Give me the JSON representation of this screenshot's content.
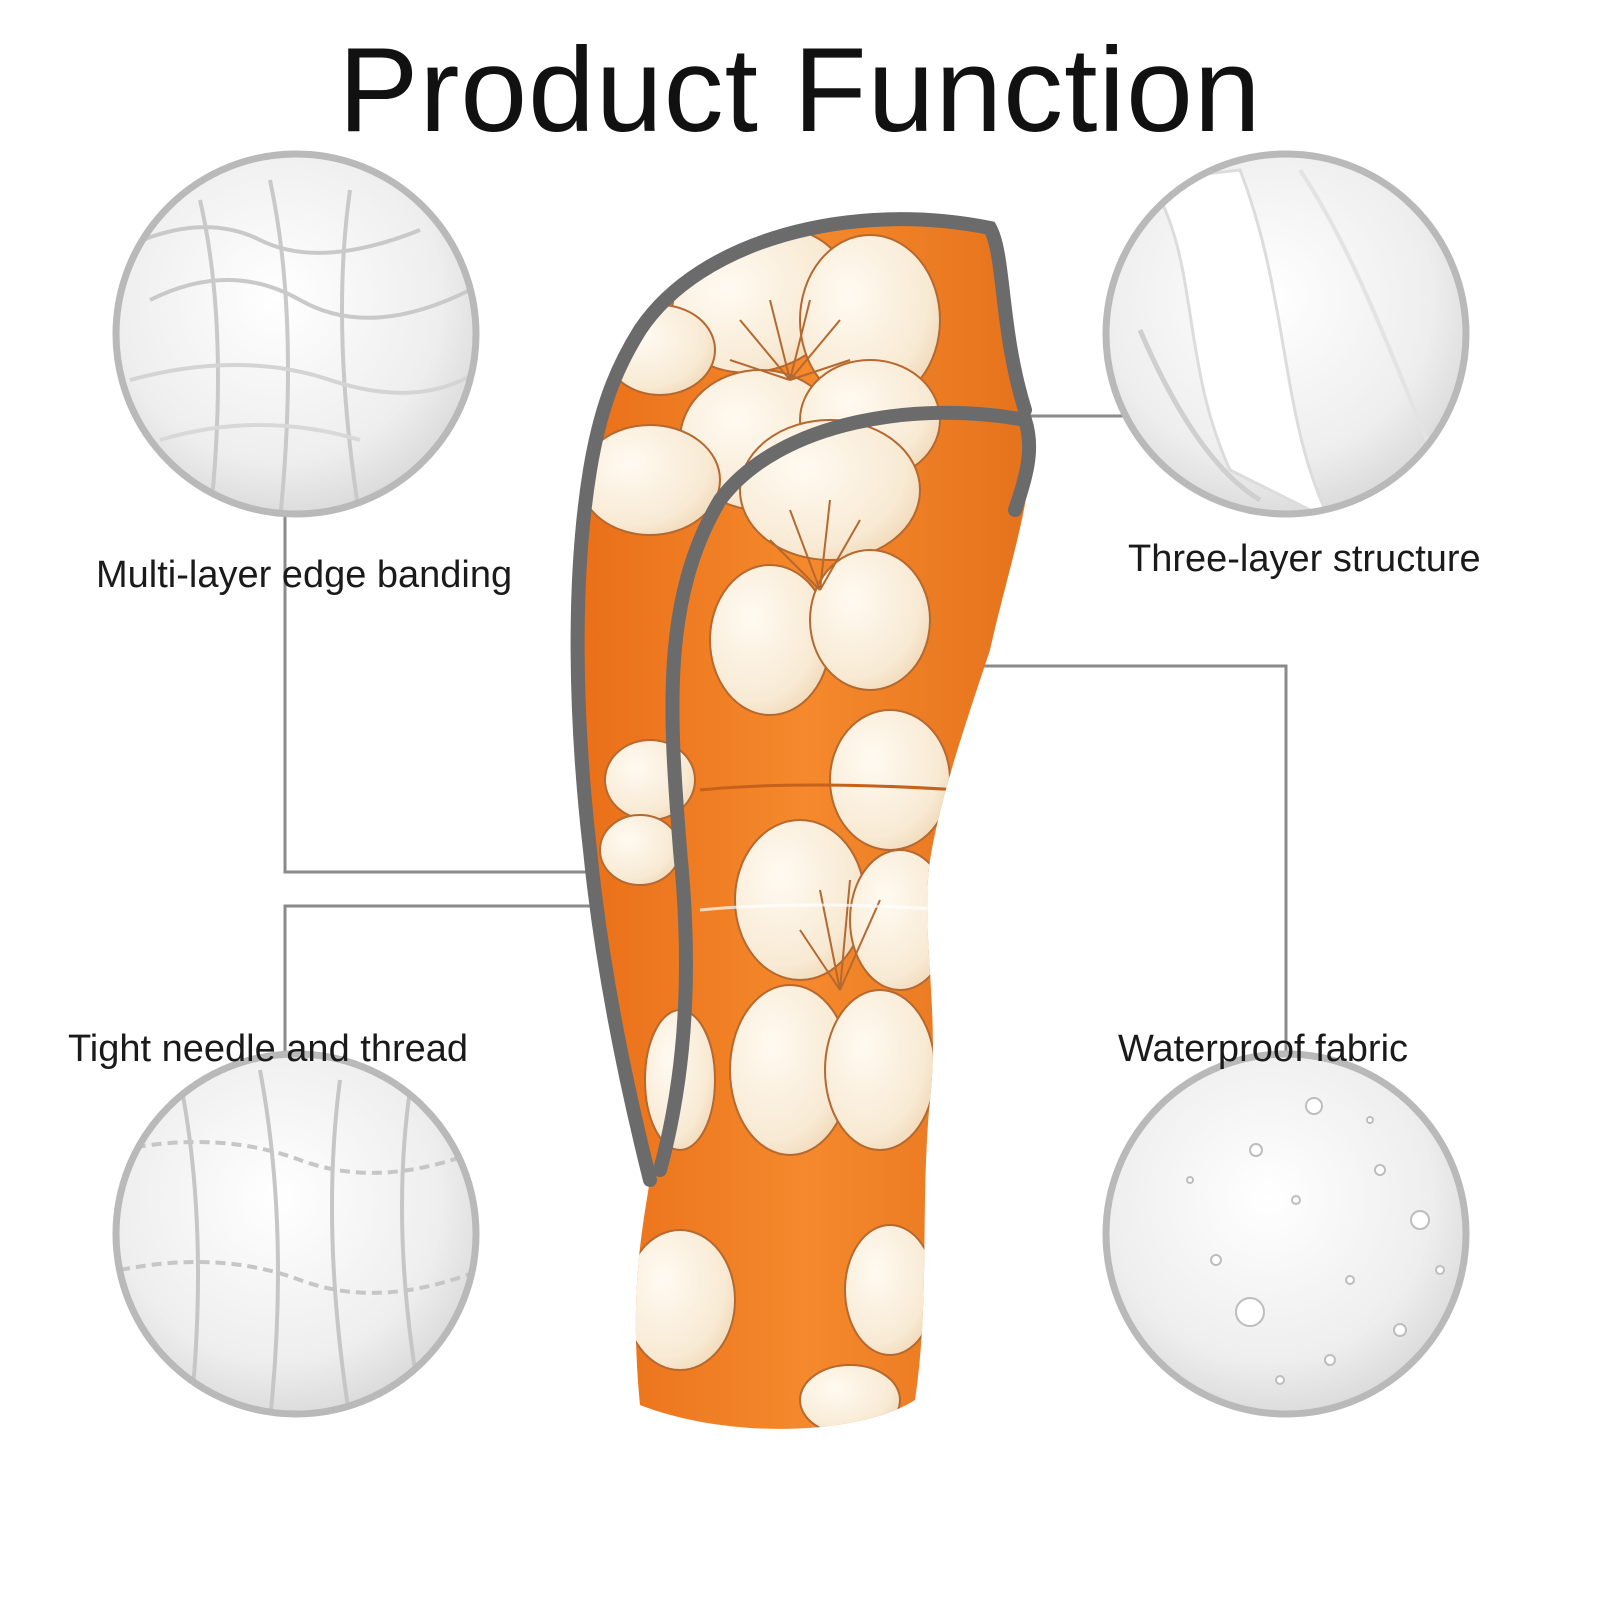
{
  "title": "Product Function",
  "features": [
    {
      "label": "Multi-layer edge banding"
    },
    {
      "label": "Three-layer structure"
    },
    {
      "label": "Tight needle and thread"
    },
    {
      "label": "Waterproof fabric"
    }
  ],
  "colors": {
    "cover_orange": "#f07d22",
    "piping_gray": "#6b6b6b",
    "flower_cream": "#fbf1e2",
    "flower_line": "#b5682f",
    "circle_border": "#b9b9b9",
    "leader_line": "#8a8a8a"
  }
}
